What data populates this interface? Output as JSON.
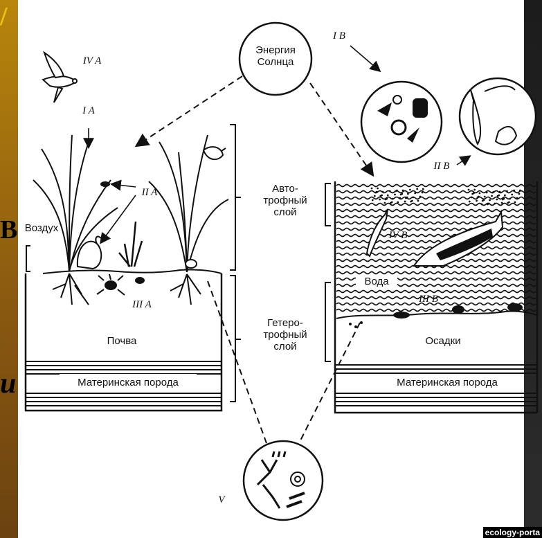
{
  "labels": {
    "sun": "Энергия\nСолнца",
    "air": "Воздух",
    "soil": "Почва",
    "bedrock_left": "Материнская порода",
    "autotrophic": "Авто-\nтрофный\nслой",
    "heterotrophic": "Гетеро-\nтрофный\nслой",
    "water": "Вода",
    "sediment": "Осадки",
    "bedrock_right": "Материнская порода"
  },
  "markers": {
    "iv_a": "IV A",
    "i_a": "I A",
    "ii_a": "II A",
    "iii_a": "III A",
    "i_b": "I B",
    "ii_b": "II B",
    "iii_b": "III B",
    "iv_b": "IV B",
    "v": "V"
  },
  "watermark": "ecology-porta",
  "edge_glyphs": {
    "top_left": "/",
    "left_mid": "В",
    "left_low": "и"
  },
  "colors": {
    "ink": "#111111",
    "background": "#ffffff",
    "left_frame": "#b8860b",
    "right_frame": "#1c1c1c"
  }
}
